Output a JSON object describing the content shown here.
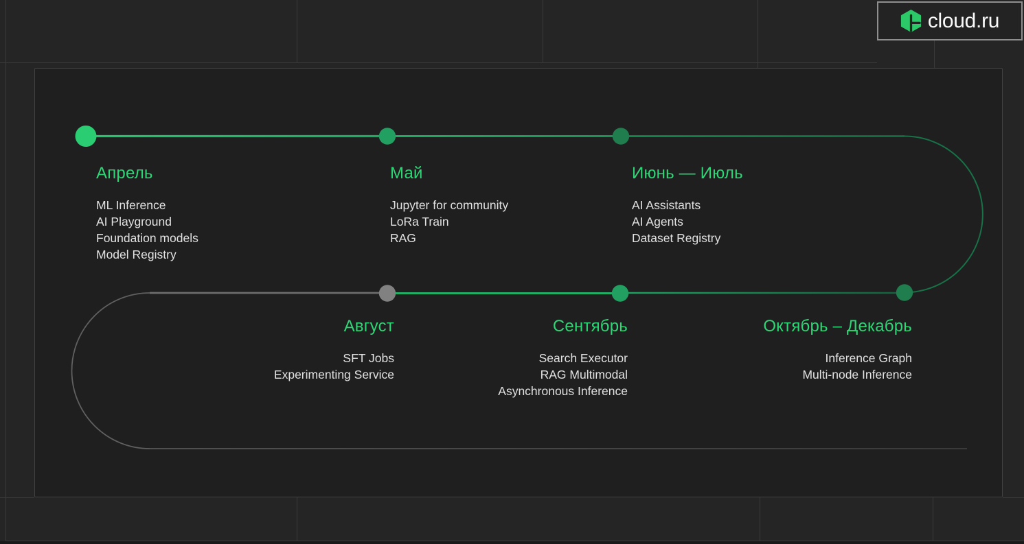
{
  "logo": {
    "text": "cloud.ru",
    "icon": "cloud-ru-cube-icon"
  },
  "timeline": {
    "months": [
      {
        "title": "Апрель",
        "dot": "bright-green",
        "items": [
          "ML Inference",
          "AI Playground",
          "Foundation models",
          "Model Registry"
        ]
      },
      {
        "title": "Май",
        "dot": "green",
        "items": [
          "Jupyter for community",
          "LoRa Train",
          "RAG"
        ]
      },
      {
        "title": "Июнь — Июль",
        "dot": "dark-green",
        "items": [
          "AI Assistants",
          "AI Agents",
          "Dataset Registry"
        ]
      },
      {
        "title": "Август",
        "dot": "gray",
        "items": [
          "SFT Jobs",
          "Experimenting Service"
        ]
      },
      {
        "title": "Сентябрь",
        "dot": "green",
        "items": [
          "Search Executor",
          "RAG Multimodal",
          "Asynchronous Inference"
        ]
      },
      {
        "title": "Октябрь – Декабрь",
        "dot": "dark-green",
        "items": [
          "Inference Graph",
          "Multi-node Inference"
        ]
      }
    ]
  },
  "colors": {
    "bg": "#252525",
    "panel": "#1f1f1f",
    "panel_border": "#414141",
    "grid_line": "#3a3a3a",
    "accent": "#2ed676",
    "text": "#e2e2e2",
    "dot_bright": "#2bcd72",
    "dot_mid": "#22a061",
    "dot_dark": "#1f7d4e",
    "dot_gray": "#818181",
    "line_bright": "#1fae63",
    "line_mid": "#1b9154",
    "line_dark": "#166140",
    "line_gray": "#6d6d6d",
    "bottom_line": "#4f4f4f",
    "logo_green": "#2bc968",
    "logo_text": "#fafafa",
    "logo_border": "#8f8f8f"
  }
}
